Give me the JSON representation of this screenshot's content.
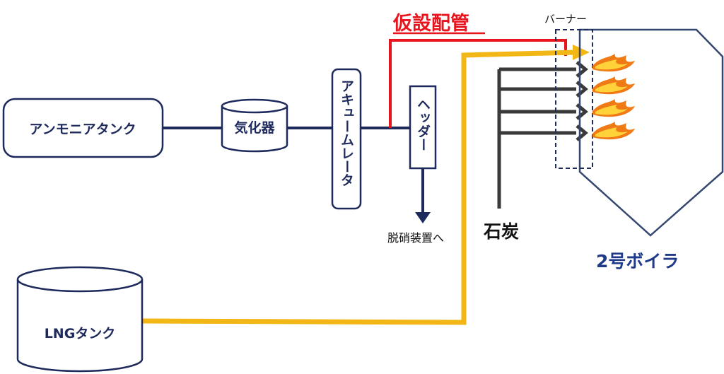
{
  "title_temporary_piping": "仮設配管",
  "label_burner": "バーナー",
  "ammonia_tank": "アンモニアタンク",
  "vaporizer": "気化器",
  "accumulator": "アキュームレータ",
  "header": "ヘッダー",
  "to_denitration": "脱硝装置へ",
  "coal": "石炭",
  "boiler": "2号ボイラ",
  "lng_tank": "LNGタンク",
  "colors": {
    "outline": "#1f2a5c",
    "temp_pipe": "#e8141e",
    "lng_pipe": "#f2b716",
    "coal_arrow": "#3a3a3a",
    "boiler_outline": "#33466e",
    "flame": "#f07a16"
  }
}
